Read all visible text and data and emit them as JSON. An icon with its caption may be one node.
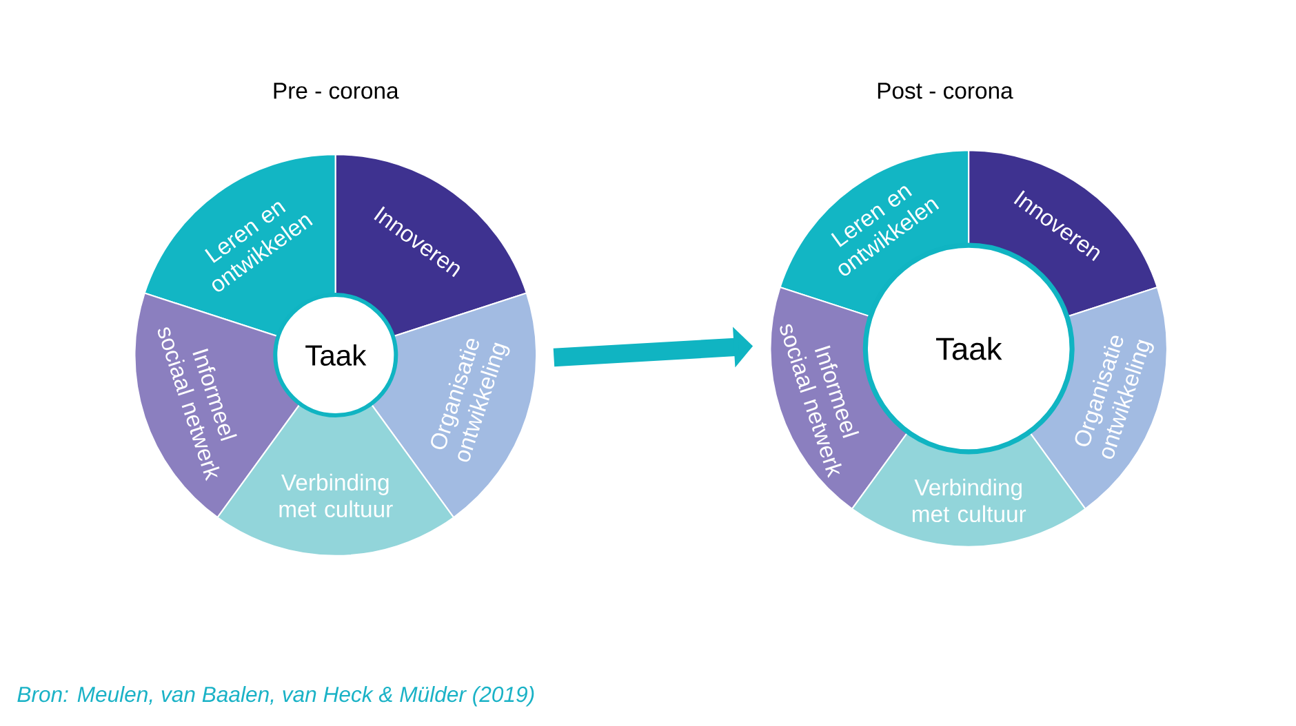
{
  "diagram": {
    "nodes": [
      {
        "text": [
          "Pre - corona"
        ]
      },
      {
        "text": [
          "Leren en ontwikkelen"
        ],
        "in": 0
      },
      {
        "text": [
          "Innoveren"
        ],
        "in": 0
      },
      {
        "text": [
          "Informeel sociaal netwerk"
        ],
        "in": 0
      },
      {
        "text": [
          "Taak"
        ],
        "in": 0
      },
      {
        "text": [
          "Organisatie ontwikkeling"
        ],
        "in": 0
      },
      {
        "text": [
          "Verbinding met cultuur"
        ],
        "in": 0
      },
      {
        "text": [
          "Post - corona"
        ]
      },
      {
        "text": [
          "Leren en ontwikkelen"
        ],
        "in": 7
      },
      {
        "text": [
          "Innoveren"
        ],
        "in": 7
      },
      {
        "text": [
          "Informeel sociaal netwerk"
        ],
        "in": 7
      },
      {
        "text": [
          "Taak"
        ],
        "in": 7
      },
      {
        "text": [
          "Organisatie ontwikkeling"
        ],
        "in": 7
      },
      {
        "text": [
          "Verbinding met cultuur"
        ],
        "in": 7
      }
    ],
    "edges": [
      {
        "from": 0,
        "to": 7,
        "arrow": "to"
      }
    ],
    "labels": [
      "Bron: Meulen, van Baalen, van Heck & Mülder (2019)"
    ]
  }
}
